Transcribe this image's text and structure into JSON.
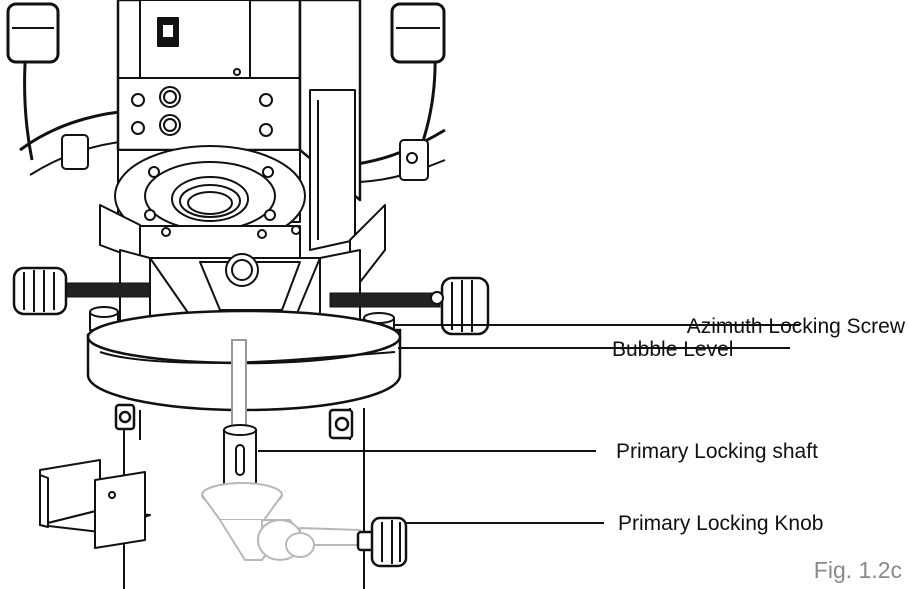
{
  "figure": {
    "caption": "Fig. 1.2c"
  },
  "callouts": [
    {
      "id": "azimuth-locking-screw",
      "label": "Azimuth Locking Screw"
    },
    {
      "id": "bubble-level",
      "label": "Bubble Level"
    },
    {
      "id": "primary-locking-shaft",
      "label": "Primary Locking shaft"
    },
    {
      "id": "primary-locking-knob",
      "label": "Primary Locking Knob"
    }
  ],
  "colors": {
    "ink": "#111111",
    "fill": "#ffffff",
    "ghost": "#b8b8b8",
    "caption": "#8a8a8a"
  }
}
